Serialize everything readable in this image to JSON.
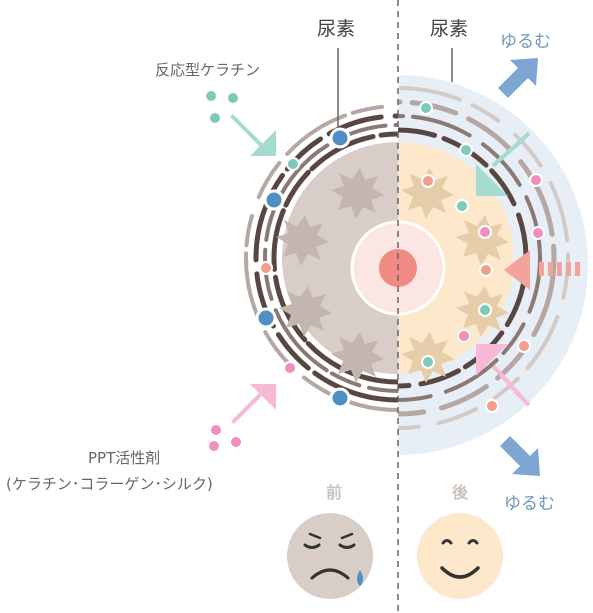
{
  "labels": {
    "urea_left": "尿素",
    "urea_right": "尿素",
    "loosen_top": "ゆるむ",
    "loosen_bottom": "ゆるむ",
    "reactive_keratin": "反応型ケラチン",
    "ppt_title": "PPT活性剤",
    "ppt_sub": "(ケラチン･コラーゲン･シルク)",
    "before": "前",
    "after": "後"
  },
  "colors": {
    "before_core": "#d8cdc7",
    "after_core": "#fde8cc",
    "cuticle": "#5a4640",
    "cuticle_light": "#b5a8a2",
    "halo": "#e6eef6",
    "teal": "#7ecab8",
    "blue": "#4f8fc4",
    "pink": "#ef8fbd",
    "salmon": "#f29e8a",
    "center": "#f08a82",
    "arrow_blue": "#7ea6d2",
    "arrow_pink": "#f5a9c9",
    "arrow_salmon": "#f3a39e"
  },
  "faces": {
    "before": "sad-face-icon",
    "after": "smile-face-icon"
  }
}
